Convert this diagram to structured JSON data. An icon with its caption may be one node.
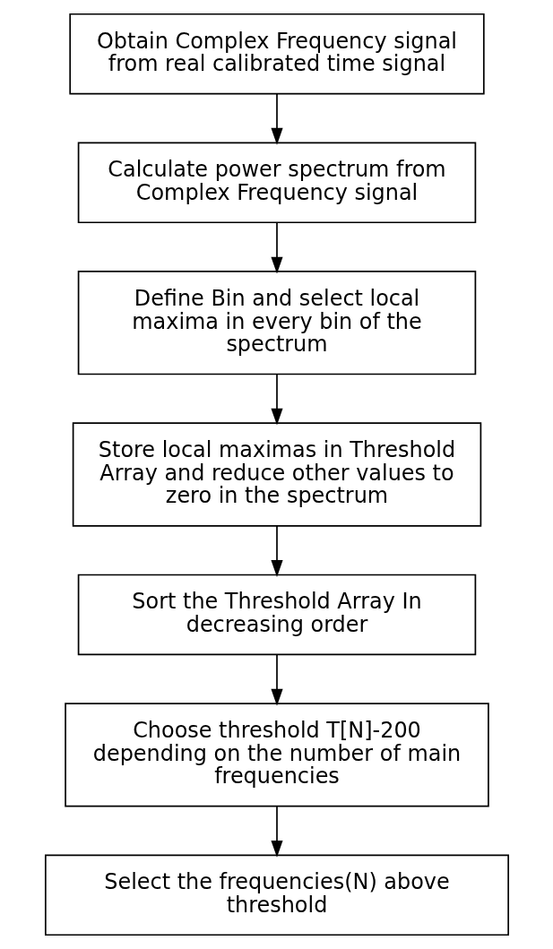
{
  "diagram": {
    "nodes": [
      {
        "text": [
          "Obtain Complex Frequency signal from real calibrated time signal"
        ]
      },
      {
        "text": [
          "Calculate power spectrum from Complex Frequency signal"
        ]
      },
      {
        "text": [
          "Define Bin and select local maxima in every bin of the spectrum"
        ]
      },
      {
        "text": [
          "Store local maximas in Threshold Array and reduce other values to zero in the spectrum"
        ]
      },
      {
        "text": [
          "Sort the Threshold Array In decreasing order"
        ]
      },
      {
        "text": [
          "Choose threshold T[N]-200 depending on the number of main frequencies"
        ]
      },
      {
        "text": [
          "Select the frequencies(N) above threshold"
        ]
      }
    ],
    "edges": [
      {
        "from": 0,
        "to": 1,
        "arrow": "to"
      },
      {
        "from": 1,
        "to": 2,
        "arrow": "to"
      },
      {
        "from": 2,
        "to": 3,
        "arrow": "to"
      },
      {
        "from": 3,
        "to": 4,
        "arrow": "to"
      },
      {
        "from": 4,
        "to": 5,
        "arrow": "to"
      },
      {
        "from": 5,
        "to": 6,
        "arrow": "to"
      }
    ]
  }
}
